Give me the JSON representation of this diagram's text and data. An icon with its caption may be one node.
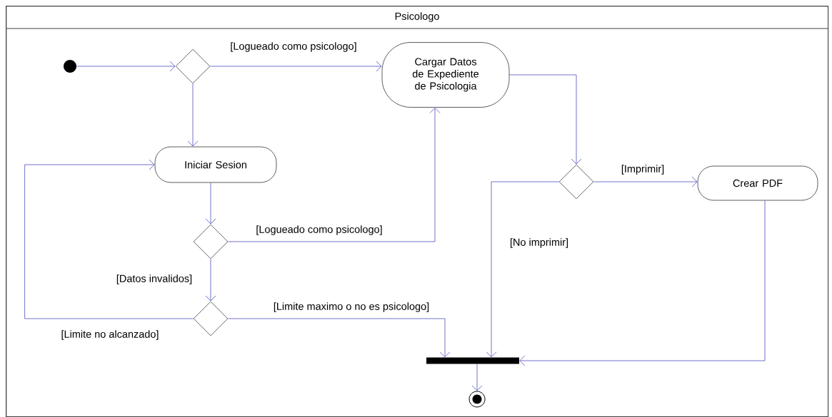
{
  "diagram": {
    "nodes": [
      {
        "text": [
          "Psicologo"
        ]
      },
      {
        "text": [],
        "shape": "circle",
        "in": 0
      },
      {
        "text": [],
        "shape": "diamond",
        "in": 0
      },
      {
        "text": [
          "Cargar Datos de Expediente de Psicologia"
        ],
        "in": 0
      },
      {
        "text": [
          "Iniciar Sesion"
        ],
        "in": 0
      },
      {
        "text": [],
        "shape": "diamond",
        "in": 0
      },
      {
        "text": [],
        "shape": "diamond",
        "in": 0
      },
      {
        "text": [],
        "shape": "diamond",
        "in": 0
      },
      {
        "text": [
          "Crear PDF"
        ],
        "in": 0
      },
      {
        "text": [],
        "shape": "bar",
        "in": 0
      },
      {
        "text": [],
        "shape": "circle",
        "in": 0
      }
    ],
    "edges": [
      {
        "from": 1,
        "to": 2,
        "arrow": "to"
      },
      {
        "from": 2,
        "to": 3,
        "arrow": "to",
        "label": "[Logueado como psicologo]"
      },
      {
        "from": 2,
        "to": 4,
        "arrow": "to"
      },
      {
        "from": 4,
        "to": 5,
        "arrow": "to"
      },
      {
        "from": 5,
        "to": 3,
        "arrow": "to",
        "label": "[Logueado como psicologo]"
      },
      {
        "from": 5,
        "to": 6,
        "arrow": "to",
        "label": "[Datos invalidos]"
      },
      {
        "from": 6,
        "to": 4,
        "arrow": "to",
        "label": "[Limite no alcanzado]"
      },
      {
        "from": 6,
        "to": 9,
        "arrow": "to",
        "label": "[Limite maximo o no es psicologo]"
      },
      {
        "from": 3,
        "to": 7,
        "arrow": "to"
      },
      {
        "from": 7,
        "to": 8,
        "arrow": "to",
        "label": "[Imprimir]"
      },
      {
        "from": 7,
        "to": 9,
        "arrow": "to",
        "label": "[No imprimir]"
      },
      {
        "from": 8,
        "to": 9,
        "arrow": "to"
      },
      {
        "from": 9,
        "to": 10,
        "arrow": "to"
      }
    ]
  }
}
